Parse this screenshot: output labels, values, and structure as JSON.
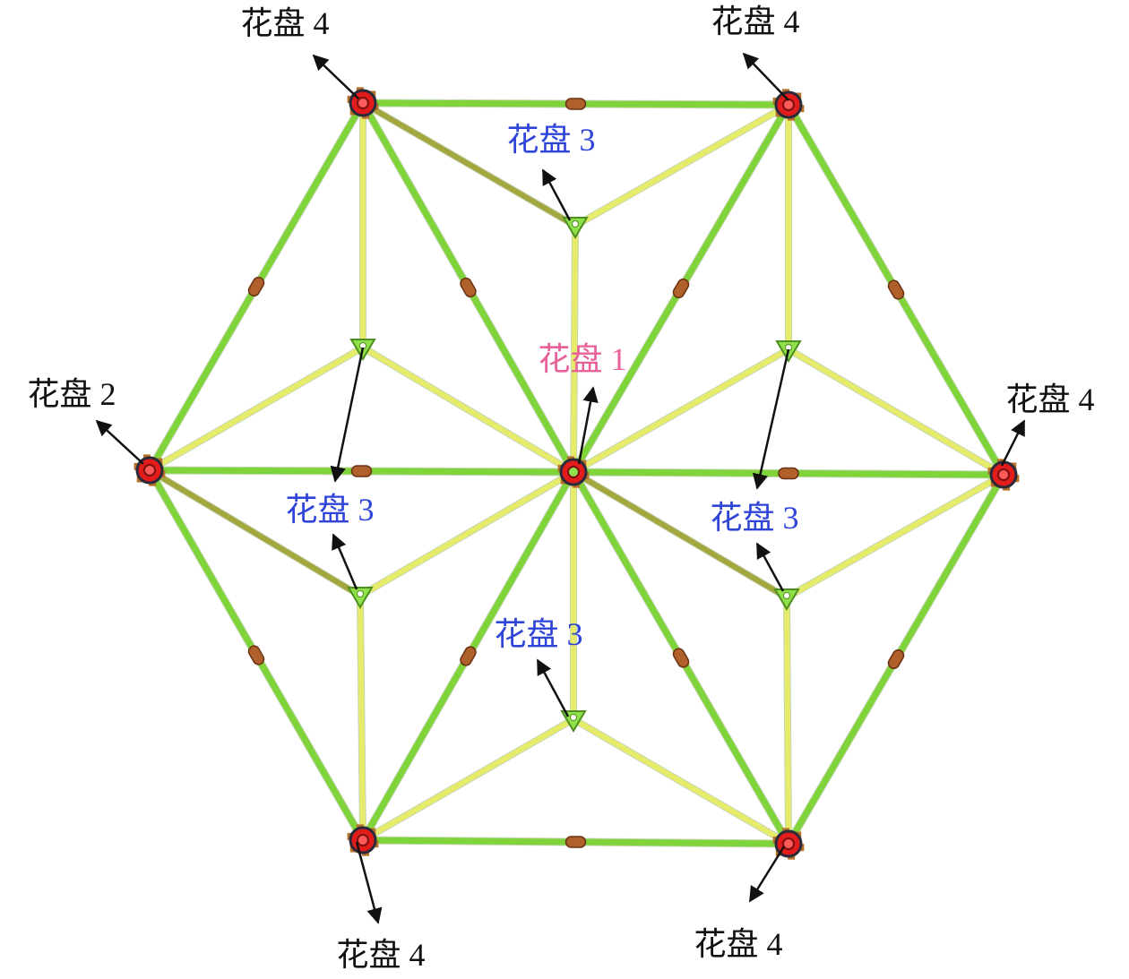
{
  "labels": {
    "hub_top_left": "花盘 4",
    "hub_top_right": "花盘 4",
    "hub_left": "花盘 2",
    "hub_right": "花盘 4",
    "hub_bottom_left": "花盘 4",
    "hub_bottom_right": "花盘 4",
    "center": "花盘 1",
    "inner_top": "花盘 3",
    "inner_left": "花盘 3",
    "inner_right": "花盘 3",
    "inner_bottom": "花盘 3"
  },
  "colors": {
    "outer_member": "#7fd43a",
    "inner_member": "#e6ec6a",
    "dark_member": "#a4a63e",
    "corner_hub": "#e21b1b",
    "inner_hub": "#8fe04a",
    "connector": "#b0602a",
    "arrow": "#111111",
    "label_black": "#111111",
    "label_blue": "#2f45d8",
    "label_pink": "#e8609a"
  }
}
